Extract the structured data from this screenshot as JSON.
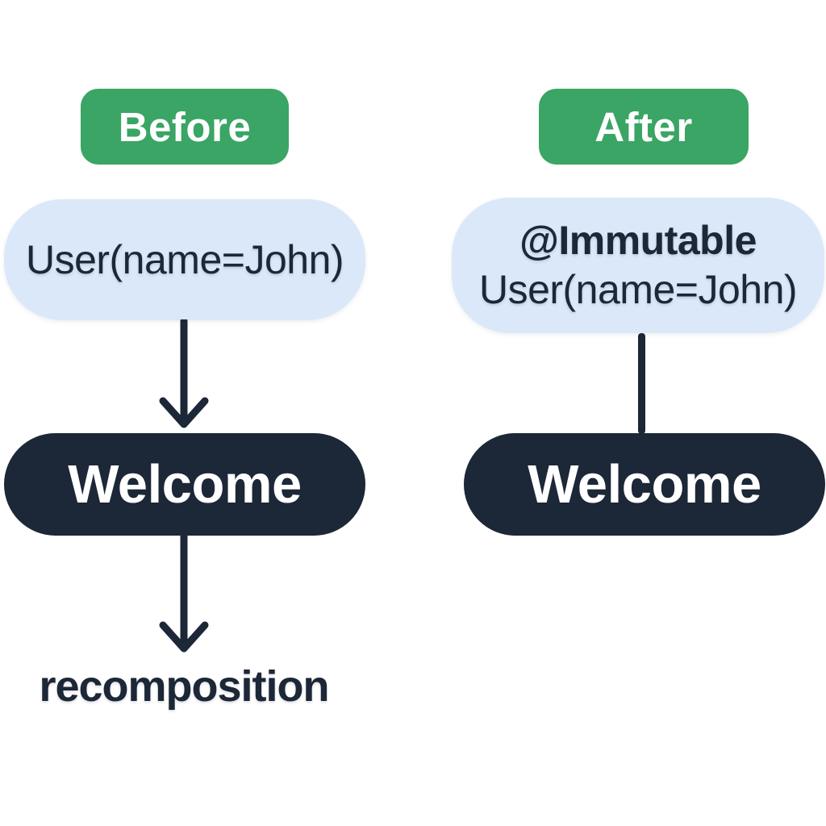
{
  "colors": {
    "background": "#FFFFFF",
    "accent_green": "#3AA564",
    "pill_blue": "#DBE8FA",
    "navy": "#1C2737",
    "white": "#FFFFFF"
  },
  "before": {
    "header": "Before",
    "state": "User(name=John)",
    "component": "Welcome",
    "result": "recomposition"
  },
  "after": {
    "header": "After",
    "state_line1": "@Immutable",
    "state_line2": "User(name=John)",
    "component": "Welcome"
  },
  "icons": {
    "before_connector_1": "down-arrow",
    "before_connector_2": "down-arrow",
    "after_connector": "vertical-line"
  }
}
